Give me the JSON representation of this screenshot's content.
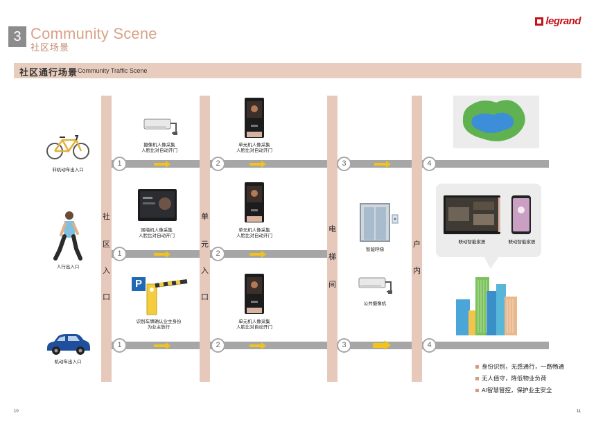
{
  "header": {
    "section_number": "3",
    "title_en": "Community Scene",
    "title_cn": "社区场景",
    "logo_text": "legrand"
  },
  "banner": {
    "title_cn": "社区通行场景",
    "title_en": "Community Traffic Scene"
  },
  "columns": [
    {
      "label": "社区入口"
    },
    {
      "label": "单元入口"
    },
    {
      "label": "电梯间"
    },
    {
      "label": "户内"
    }
  ],
  "lanes": {
    "bike": {
      "entrance": "非机动车出入口"
    },
    "pedestrian": {
      "entrance": "人行出入口"
    },
    "vehicle": {
      "entrance": "机动车出入口"
    }
  },
  "captions": {
    "camera_gate": [
      "摄像机人像采集",
      "人脸比对自动开门"
    ],
    "unit_panel_1": [
      "单元机人像采集",
      "人脸比对自动开门"
    ],
    "wall_panel": [
      "围墙机人像采集",
      "人脸比对自动开门"
    ],
    "unit_panel_2": [
      "单元机人像采集",
      "人脸比对自动开门"
    ],
    "barrier": [
      "识别车牌确认业主身份",
      "为业主放行"
    ],
    "unit_panel_3": [
      "单元机人像采集",
      "人脸比对自动开门"
    ],
    "elevator": "智能呼梯",
    "public_camera": "公共摄像机",
    "home_panel": "联动智能家居",
    "phone": "联动智能家居"
  },
  "nodes": [
    "1",
    "2",
    "3",
    "4"
  ],
  "parking_symbol": "P",
  "bullets": [
    "身份识别，无感通行，一路畅通",
    "无人值守，降低物业负荷",
    "AI智慧管控，保护业主安全"
  ],
  "page_numbers": {
    "left": "10",
    "right": "11"
  },
  "colors": {
    "accent": "#d8a287",
    "column": "#e7c9bc",
    "road": "#a6a6a6",
    "arrow": "#f2c318",
    "logo": "#c4121a"
  }
}
